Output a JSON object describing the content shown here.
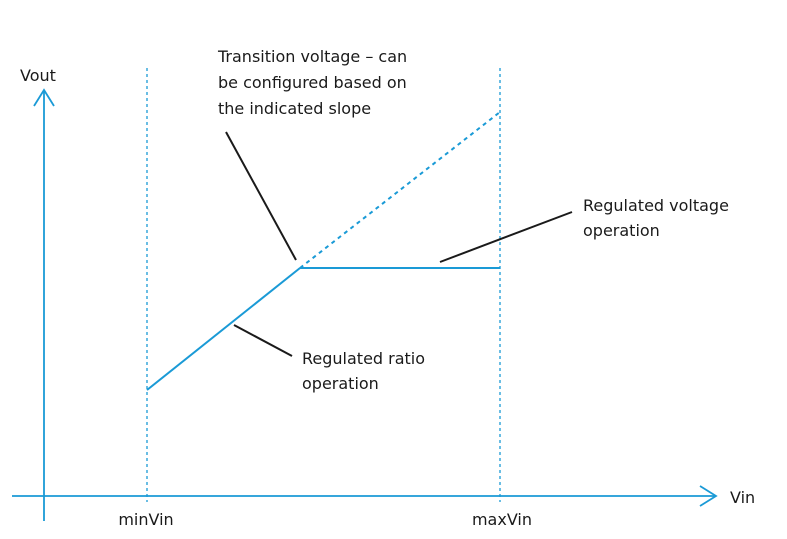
{
  "axes": {
    "y_label": "Vout",
    "x_label": "Vin",
    "x_ticks": [
      "minVin",
      "maxVin"
    ]
  },
  "annotations": {
    "transition": [
      "Transition voltage – can",
      "be configured based on",
      "the indicated slope"
    ],
    "regulated_voltage": [
      "Regulated voltage",
      "operation"
    ],
    "regulated_ratio": [
      "Regulated ratio",
      "operation"
    ]
  },
  "colors": {
    "curve": "#1a9ad6",
    "leader": "#1a1a1a",
    "text": "#1a1a1a"
  }
}
